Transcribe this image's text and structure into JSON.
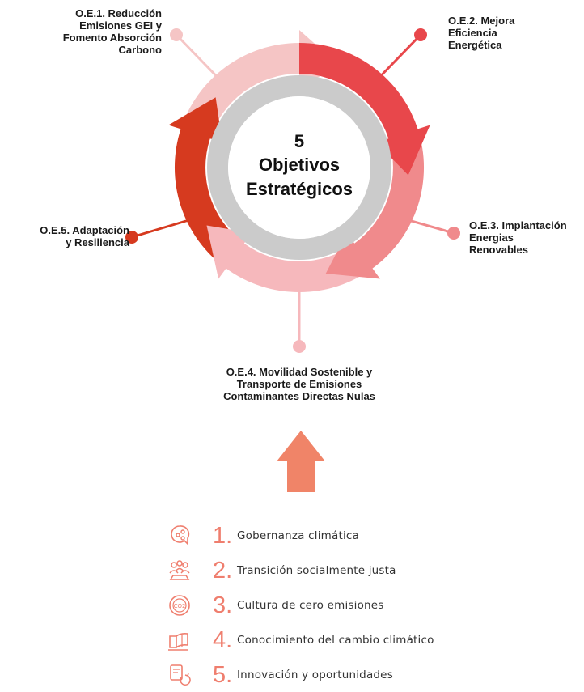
{
  "center": {
    "line1": "5",
    "line2": "Objetivos",
    "line3": "Estratégicos"
  },
  "objectives": [
    {
      "label": "O.E.1. Reducción\nEmisiones GEI y\nFomento Absorción\nCarbono",
      "color": "#f5c5c5"
    },
    {
      "label": "O.E.2. Mejora\nEficiencia\nEnergética",
      "color": "#e8474b"
    },
    {
      "label": "O.E.3. Implantación\nEnergias\nRenovables",
      "color": "#f08a8c"
    },
    {
      "label": "O.E.4. Movilidad Sostenible y\nTransporte de Emisiones\nContaminantes Directas Nulas",
      "color": "#f6b8bc"
    },
    {
      "label": "O.E.5. Adaptación\ny Resiliencia",
      "color": "#d63a1f"
    }
  ],
  "colors": {
    "inner_ring": "#cbcbcb",
    "up_arrow": "#f08468",
    "list_accent": "#ef7e6e"
  },
  "list": [
    {
      "number": "1.",
      "text": "Gobernanza climática",
      "icon": "governance-icon"
    },
    {
      "number": "2.",
      "text": "Transición socialmente justa",
      "icon": "people-icon"
    },
    {
      "number": "3.",
      "text": "Cultura de cero emisiones",
      "icon": "co2-icon"
    },
    {
      "number": "4.",
      "text": "Conocimiento del cambio climático",
      "icon": "book-icon"
    },
    {
      "number": "5.",
      "text": "Innovación y oportunidades",
      "icon": "innovation-icon"
    }
  ]
}
